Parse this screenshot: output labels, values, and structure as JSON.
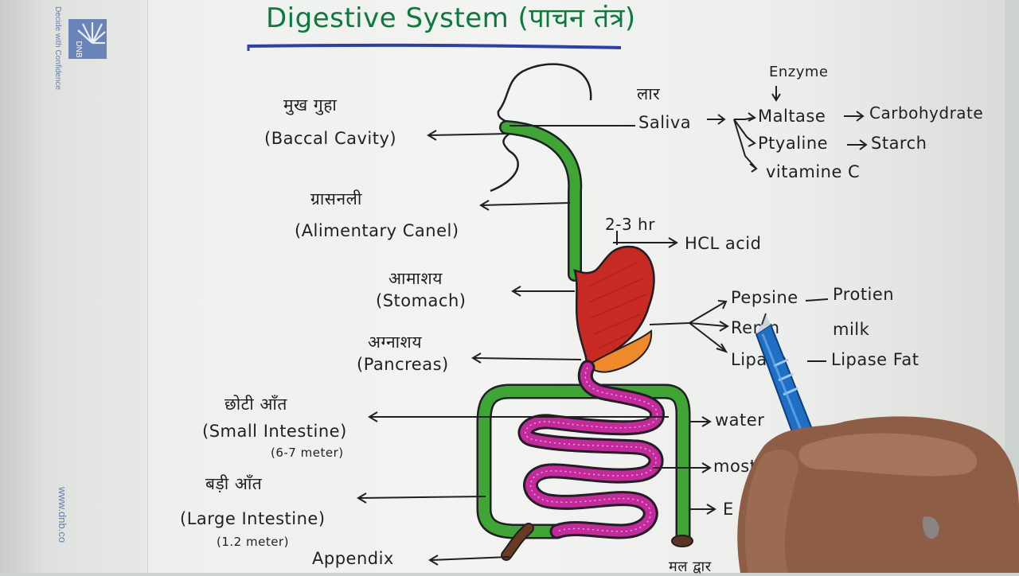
{
  "title": "Digestive System (पाचन तंत्र)",
  "watermark": {
    "tagline": "Decide with Confidence",
    "logo": "DNB",
    "website": "www.dnb.co"
  },
  "labels_left": {
    "mouth_hindi": "मुख गुहा",
    "mouth_english": "(Baccal Cavity)",
    "canal_hindi": "ग्रासनली",
    "canal_english": "(Alimentary Canel)",
    "stomach_hindi": "आमाशय",
    "stomach_english": "(Stomach)",
    "pancreas_hindi": "अग्नाशय",
    "pancreas_english": "(Pancreas)",
    "small_int_hindi": "छोटी आँत",
    "small_int_english": "(Small Intestine)",
    "small_int_length": "(6-7 meter)",
    "large_int_hindi": "बड़ी आँत",
    "large_int_english": "(Large Intestine)",
    "large_int_length": "(1.2 meter)",
    "appendix": "Appendix"
  },
  "labels_right": {
    "enzyme": "Enzyme",
    "saliva_hindi": "लार",
    "saliva": "Saliva",
    "maltase": "Maltase",
    "carbohydrate": "Carbohydrate",
    "ptyaline": "Ptyaline",
    "starch": "Starch",
    "vitamin": "vitamine C",
    "time": "2-3 hr",
    "hcl": "HCL acid",
    "pepsin": "Pepsine",
    "protein": "Protien",
    "renin": "Renin",
    "milk": "milk",
    "lipase": "Lipase",
    "lipase_fat": "Lipase Fat",
    "water": "water",
    "most": "most",
    "partial_e": "E",
    "partial_bottom": "मल द्वार"
  },
  "colors": {
    "green_tube": "#3fa535",
    "stomach": "#c62a22",
    "pancreas": "#ee8a2a",
    "small_intestine": "#c42a9c",
    "appendix": "#6b3a22",
    "title": "#0b7a3e",
    "ink": "#1f1f24",
    "underline": "#2b3fb0"
  }
}
